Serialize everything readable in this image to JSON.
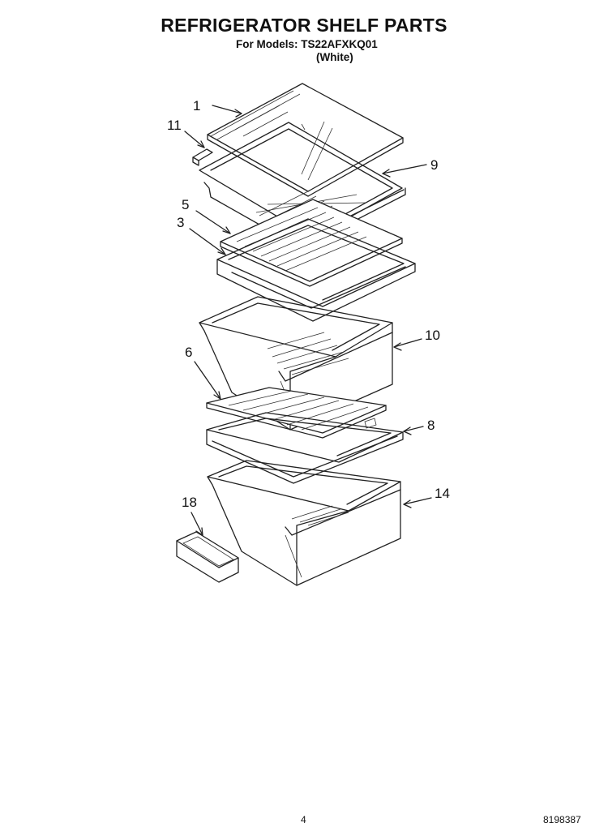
{
  "header": {
    "title": "REFRIGERATOR SHELF PARTS",
    "models_line": "For Models: TS22AFXKQ01",
    "variant": "(White)"
  },
  "callouts": [
    {
      "id": "1",
      "label": "1"
    },
    {
      "id": "11",
      "label": "11"
    },
    {
      "id": "9",
      "label": "9"
    },
    {
      "id": "5",
      "label": "5"
    },
    {
      "id": "3",
      "label": "3"
    },
    {
      "id": "10",
      "label": "10"
    },
    {
      "id": "6",
      "label": "6"
    },
    {
      "id": "8",
      "label": "8"
    },
    {
      "id": "14",
      "label": "14"
    },
    {
      "id": "18",
      "label": "18"
    }
  ],
  "footer": {
    "page_number": "4",
    "document_number": "8198387"
  }
}
